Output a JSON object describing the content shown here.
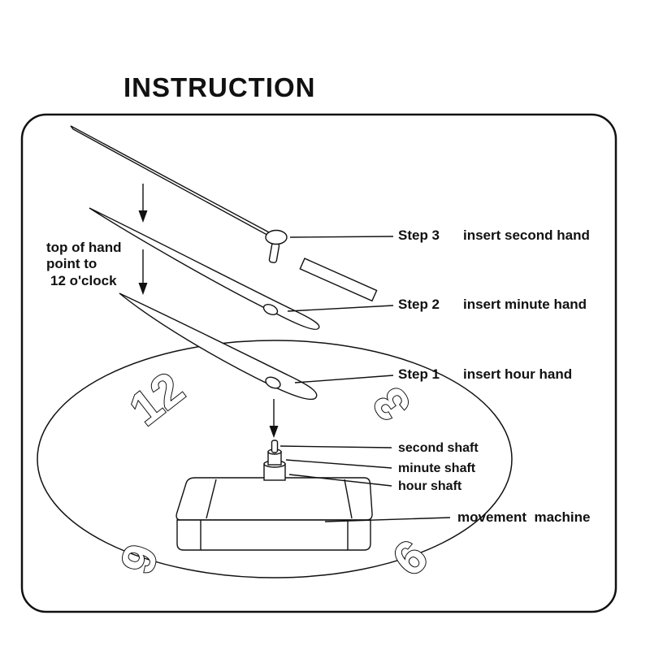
{
  "title": "INSTRUCTION",
  "hand_note": {
    "line1": "top of hand",
    "line2": "point to",
    "line3": "12 o'clock"
  },
  "steps": [
    {
      "name": "Step 3",
      "instruction": "insert second hand"
    },
    {
      "name": "Step 2",
      "instruction": "insert minute hand"
    },
    {
      "name": "Step 1",
      "instruction": "insert hour hand"
    }
  ],
  "parts": {
    "second_shaft": "second shaft",
    "minute_shaft": "minute shaft",
    "hour_shaft": "hour shaft",
    "movement_machine": "movement  machine"
  },
  "clock_numbers": {
    "twelve": "12",
    "three": "3",
    "six": "6",
    "nine": "9"
  },
  "colors": {
    "ink": "#111111",
    "background": "#ffffff"
  }
}
